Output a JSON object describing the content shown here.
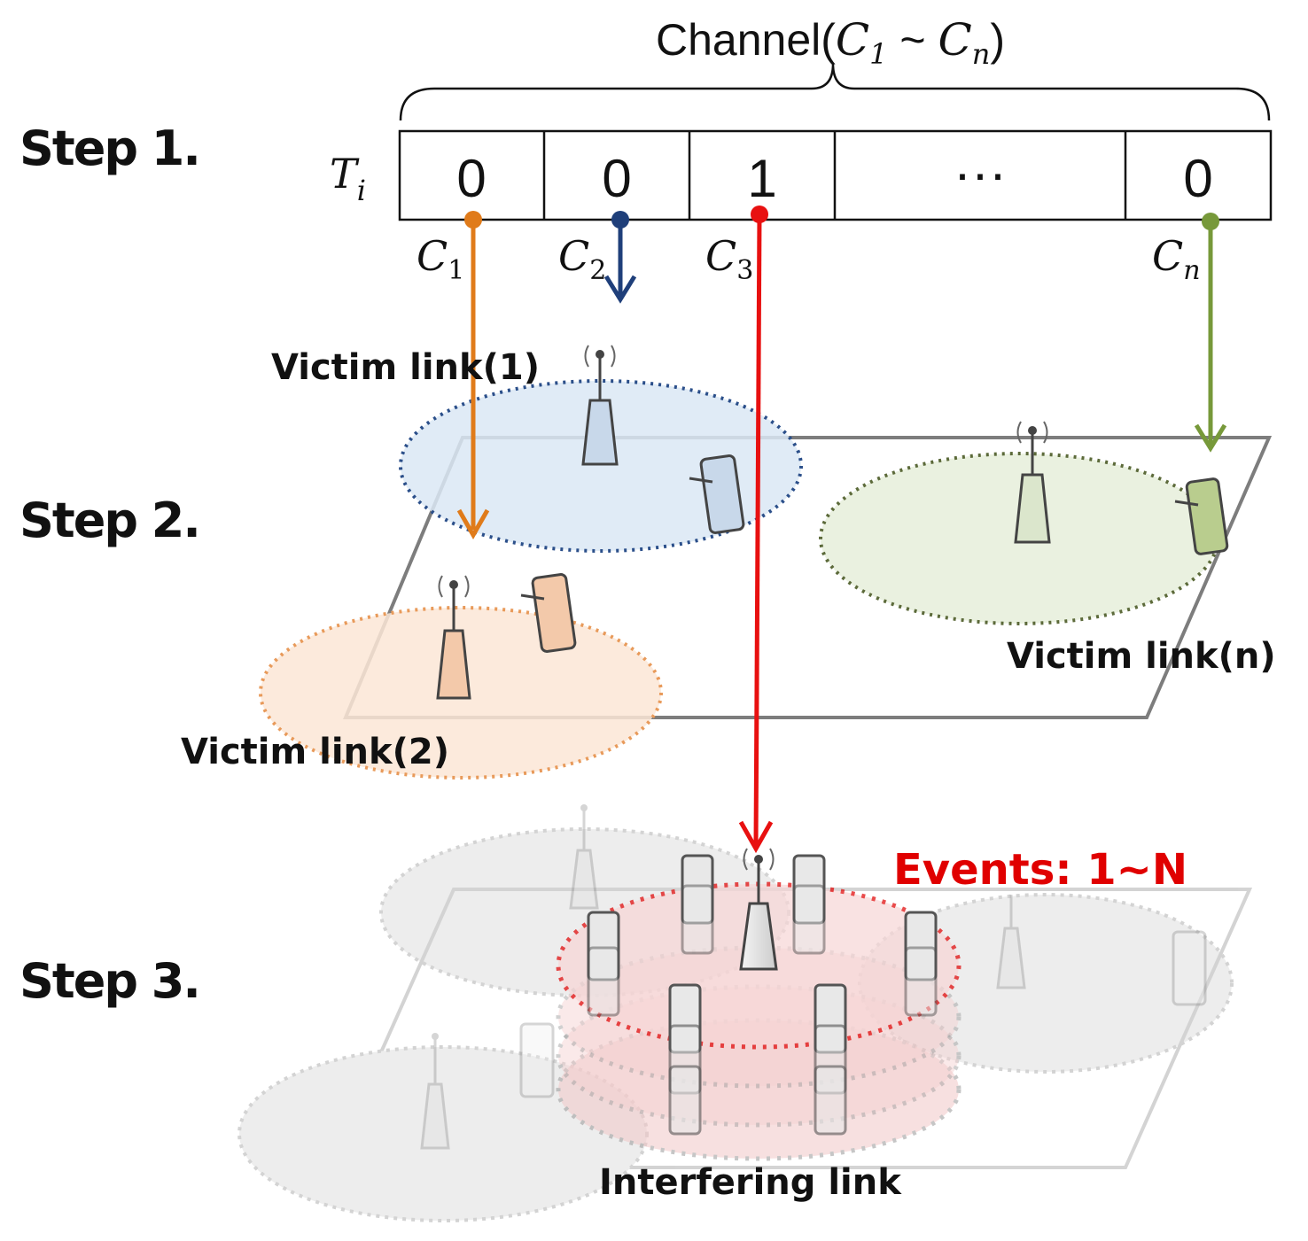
{
  "steps": [
    "Step 1.",
    "Step 2.",
    "Step 3."
  ],
  "channel_title": {
    "prefix": "Channel(",
    "first": "C",
    "first_sub": "1",
    "tilde": " ~ ",
    "last": "C",
    "last_sub": "n",
    "suffix": ")"
  },
  "row_label": {
    "main": "T",
    "sub": "i"
  },
  "cells": [
    {
      "value": "0",
      "channel": "C",
      "channel_sub": "1",
      "color": "#e07b1a"
    },
    {
      "value": "0",
      "channel": "C",
      "channel_sub": "2",
      "color": "#1f3f7a"
    },
    {
      "value": "1",
      "channel": "C",
      "channel_sub": "3",
      "color": "#e81010"
    },
    {
      "value": "···"
    },
    {
      "value": "0",
      "channel": "C",
      "channel_sub": "n",
      "color": "#77993a"
    }
  ],
  "victim_links": [
    "Victim link(1)",
    "Victim link(2)",
    "Victim link(n)"
  ],
  "events_label": "Events: 1~N",
  "interfering_label": "Interfering link",
  "colors": {
    "blue_zone": "#dbe7f5",
    "orange_zone": "#fbe6d6",
    "green_zone": "#e6eedb",
    "red_zone": "#f7d6d6",
    "grey_zone": "#e9e9e9"
  }
}
